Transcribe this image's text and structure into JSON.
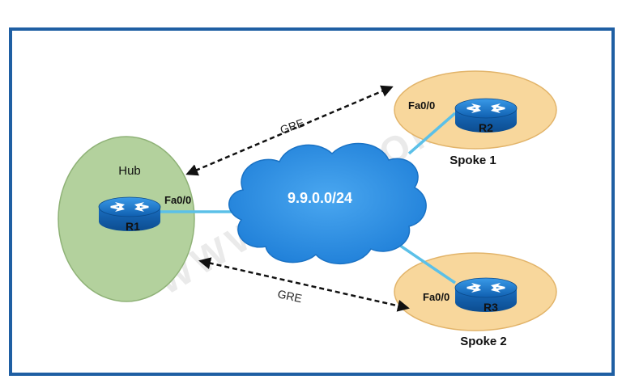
{
  "hub": {
    "label": "Hub",
    "router": "R1",
    "interface": "Fa0/0"
  },
  "cloud": {
    "label": "9.9.0.0/24"
  },
  "spokes": [
    {
      "label": "Spoke 1",
      "router": "R2",
      "interface": "Fa0/0"
    },
    {
      "label": "Spoke 2",
      "router": "R3",
      "interface": "Fa0/0"
    }
  ],
  "tunnels": [
    {
      "label": "GRE",
      "between": [
        "Hub",
        "Spoke 1"
      ]
    },
    {
      "label": "GRE",
      "between": [
        "Hub",
        "Spoke 2"
      ]
    }
  ],
  "watermark": "WWW.INE.COM",
  "colors": {
    "frame": "#1f5fa3",
    "hub_fill": "#b3d19d",
    "spoke_fill": "#f8d79c",
    "cloud": "#2c8fe6",
    "router_blue": "#1273c7",
    "link": "#5bc0e8"
  }
}
